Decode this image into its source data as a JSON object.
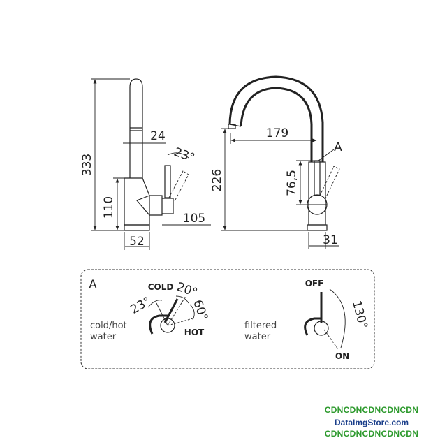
{
  "side_view": {
    "height_total": "333",
    "height_base": "110",
    "spout_diameter": "24",
    "lever_angle": "23°",
    "handle_depth": "105",
    "base_width": "52"
  },
  "front_view": {
    "reach": "179",
    "spout_height": "226",
    "handle_height": "76,5",
    "base_width": "31",
    "detail_marker": "A"
  },
  "detail": {
    "title": "A",
    "left_caption": [
      "cold/hot",
      "water"
    ],
    "right_caption": [
      "filtered",
      "water"
    ],
    "cold_label": "COLD",
    "hot_label": "HOT",
    "angle_23": "23°",
    "angle_20": "20°",
    "angle_60": "60°",
    "off_label": "OFF",
    "on_label": "ON",
    "angle_130": "130°"
  },
  "watermark": {
    "line1": "CDNCDNCDNCDNCDN",
    "line2": "DataImgStore.com",
    "line3": "CDNCDNCDNCDNCDN"
  },
  "colors": {
    "line": "#222222",
    "watermark_green": "#2e9a2e",
    "watermark_blue": "#1a3e8a"
  }
}
